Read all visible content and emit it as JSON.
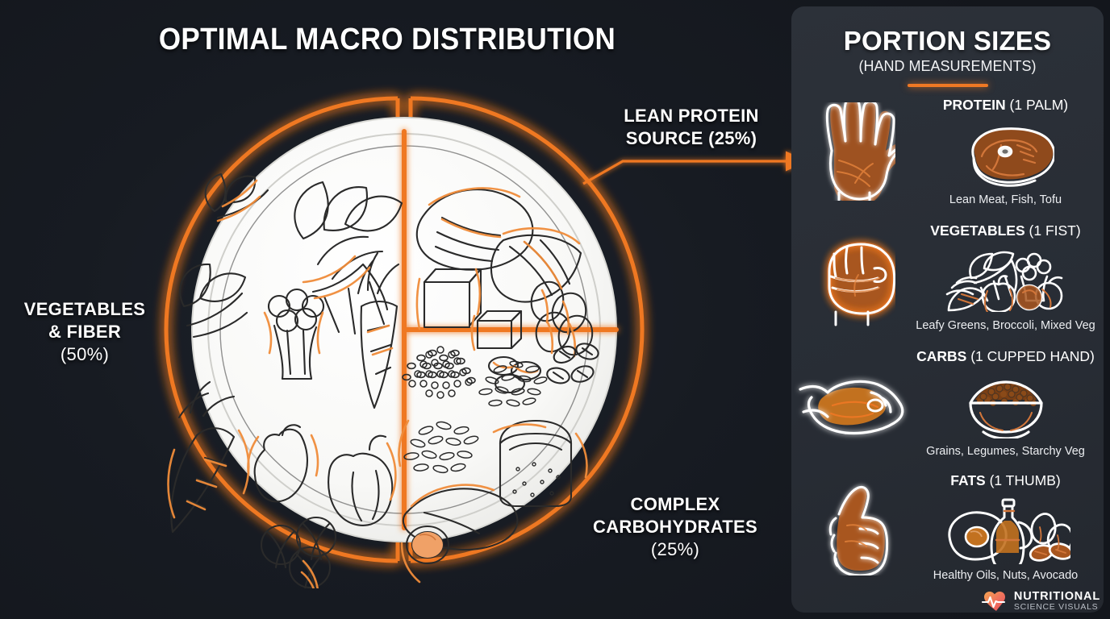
{
  "title": "OPTIMAL MACRO DISTRIBUTION",
  "colors": {
    "accent": "#ef7824",
    "accent_glow": "#ff8a3d",
    "background": "#161a21",
    "panel": "#2b3038",
    "plate": "#f7f7f5",
    "text": "#ffffff",
    "hand_fill": "#a8561f"
  },
  "plate": {
    "segments": [
      {
        "key": "vegetables",
        "label_lines": [
          "VEGETABLES",
          "& FIBER"
        ],
        "percent": "(50%)",
        "share": 50
      },
      {
        "key": "protein",
        "label_lines": [
          "LEAN PROTEIN",
          "SOURCE (25%)"
        ],
        "percent": "",
        "share": 25
      },
      {
        "key": "carbs",
        "label_lines": [
          "COMPLEX",
          "CARBOHYDRATES"
        ],
        "percent": "(25%)",
        "share": 25
      }
    ],
    "labels": {
      "veg_l1": "VEGETABLES",
      "veg_l2": "& FIBER",
      "veg_pct": "(50%)",
      "protein_l1": "LEAN PROTEIN",
      "protein_l2": "SOURCE (25%)",
      "carbs_l1": "COMPLEX",
      "carbs_l2": "CARBOHYDRATES",
      "carbs_pct": "(25%)"
    },
    "veg_foods": [
      "leafy-greens",
      "spinach",
      "broccoli",
      "carrot",
      "bell-pepper",
      "brussels-sprouts"
    ],
    "protein_foods": [
      "chicken-breast",
      "salmon-fillet",
      "tofu-cubes",
      "almonds",
      "beans",
      "seeds"
    ],
    "carb_foods": [
      "quinoa",
      "brown-rice",
      "oats",
      "lentils",
      "whole-grain-bread",
      "sweet-potato"
    ]
  },
  "panel": {
    "title": "PORTION SIZES",
    "subtitle": "(HAND MEASUREMENTS)",
    "rows": [
      {
        "hand_icon": "open-palm-icon",
        "name": "PROTEIN",
        "measure": "(1 PALM)",
        "food_icon": "steak-icon",
        "caption": "Lean Meat, Fish, Tofu"
      },
      {
        "hand_icon": "fist-icon",
        "name": "VEGETABLES",
        "measure": "(1 FIST)",
        "food_icon": "mixed-vegetables-icon",
        "caption": "Leafy Greens, Broccoli, Mixed Veg"
      },
      {
        "hand_icon": "cupped-hand-icon",
        "name": "CARBS",
        "measure": "(1 CUPPED HAND)",
        "food_icon": "grain-bowl-icon",
        "caption": "Grains, Legumes, Starchy Veg"
      },
      {
        "hand_icon": "thumbs-up-icon",
        "name": "FATS",
        "measure": "(1 THUMB)",
        "food_icon": "oil-nuts-avocado-icon",
        "caption": "Healthy Oils, Nuts, Avocado"
      }
    ]
  },
  "logo": {
    "icon": "heart-pulse-icon",
    "line1": "NUTRITIONAL",
    "line2": "SCIENCE VISUALS"
  }
}
